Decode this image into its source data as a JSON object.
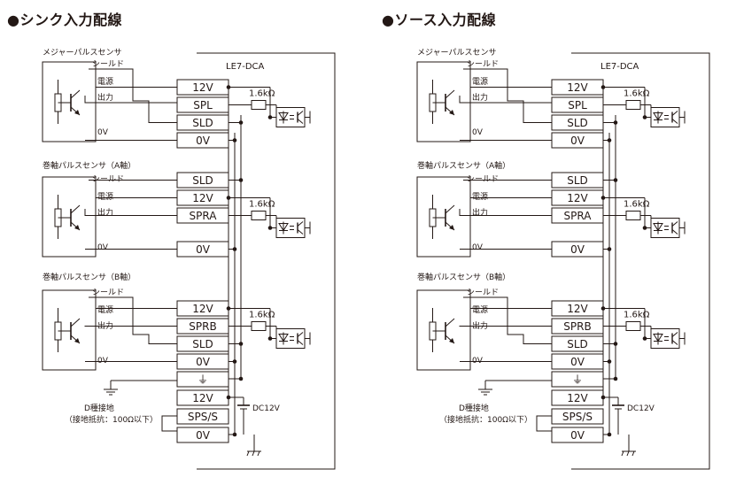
{
  "titles": {
    "sink": "●シンク入力配線",
    "source": "●ソース入力配線"
  },
  "device_name": "LE7-DCA",
  "sensors": [
    {
      "name": "メジャーパルスセンサ",
      "labels": [
        "シールド",
        "電源",
        "出力",
        "0V"
      ]
    },
    {
      "name": "巻軸パルスセンサ（A軸）",
      "labels": [
        "シールド",
        "電源",
        "出力",
        "0V"
      ]
    },
    {
      "name": "巻軸パルスセンサ（B軸）",
      "labels": [
        "シールド",
        "電源",
        "出力",
        "0V"
      ]
    }
  ],
  "terminals": {
    "measure": [
      "12V",
      "SPL",
      "SLD",
      "0V"
    ],
    "axis_a": [
      "SLD",
      "12V",
      "SPRA",
      "0V"
    ],
    "axis_b": [
      "12V",
      "SPRB",
      "SLD",
      "0V"
    ],
    "power": [
      "⏚",
      "12V",
      "SPS/S",
      "0V"
    ]
  },
  "resistor_label": "1.6kΩ",
  "supply_label": "DC12V",
  "ground_label": "D種接地",
  "ground_note": "（接地抵抗：100Ω以下）",
  "colors": {
    "line": "#231815",
    "background": "#ffffff"
  }
}
